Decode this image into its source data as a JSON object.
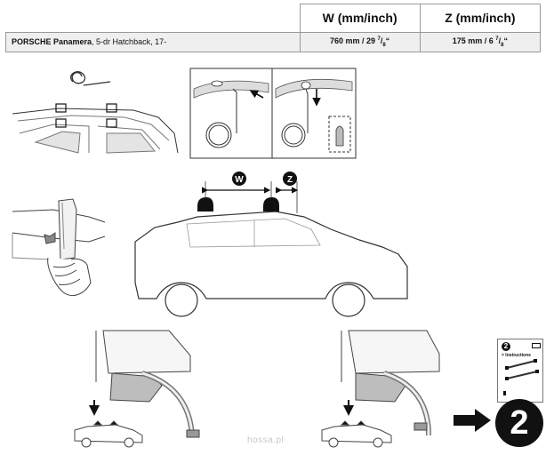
{
  "table": {
    "col_w": "W (mm/inch)",
    "col_z": "Z (mm/inch)",
    "model_bold": "PORSCHE Panamera",
    "model_rest": ", 5-dr Hatchback, 17-",
    "w_value": "760 mm / 29",
    "w_frac_num": "7",
    "w_frac_den": "8",
    "z_value": "175 mm / 6",
    "z_frac_num": "7",
    "z_frac_den": "8"
  },
  "diagram": {
    "w_marker": "W",
    "z_marker": "Z"
  },
  "next_card": {
    "number": "2",
    "title": "> Instructions"
  },
  "next_step": "2",
  "watermark": "hossa.pl"
}
